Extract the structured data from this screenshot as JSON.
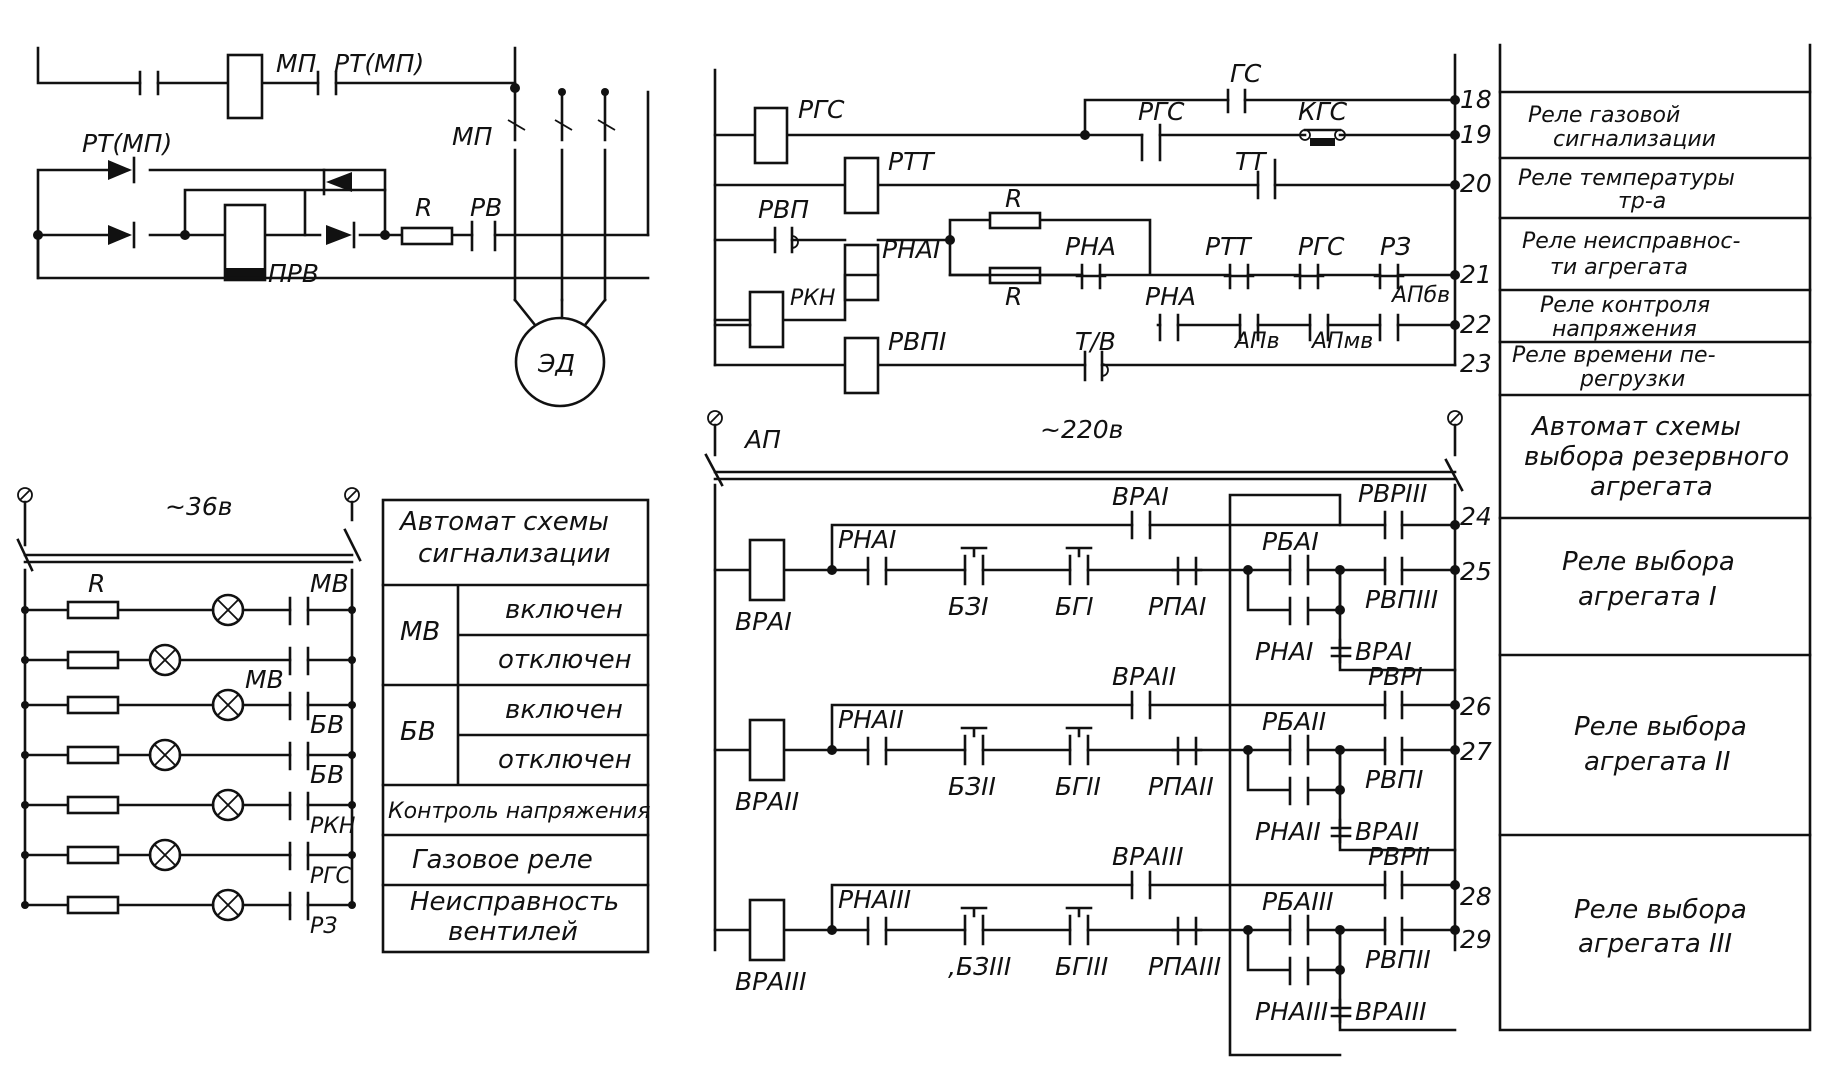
{
  "motor": {
    "coil_mp": "МП",
    "contact_rt_mp_top": "РТ(МП)",
    "contact_rt_mp_left": "РТ(МП)",
    "main_contacts": "МП",
    "relay_prv": "ПРВ",
    "resistor": "R",
    "contact_rv": "РВ",
    "motor_label": "ЭД"
  },
  "signal_circuit": {
    "voltage": "~36в",
    "rows": [
      {
        "resistor": "R",
        "contact": "МВ"
      },
      {
        "resistor": "",
        "contact": "МВ"
      },
      {
        "resistor": "",
        "contact": "БВ"
      },
      {
        "resistor": "",
        "contact": "БВ"
      },
      {
        "resistor": "",
        "contact": "РКН"
      },
      {
        "resistor": "",
        "contact": "РГС"
      },
      {
        "resistor": "",
        "contact": "РЗ"
      }
    ]
  },
  "signal_table": {
    "header": "Автомат схемы сигнализации",
    "mv": "МВ",
    "bv": "БВ",
    "on": "включен",
    "off": "отключен",
    "voltage_control": "Контроль напряжения",
    "gas_relay": "Газовое реле",
    "valve_fault": "Неисправность вентилей"
  },
  "upper_circuit": {
    "contact_gs": "ГС",
    "rgs": "РГС",
    "kgs": "КГС",
    "rtt": "РТТ",
    "tt": "ТТ",
    "rvp": "РВП",
    "r": "R",
    "rna1": "РНАI",
    "rna": "РНА",
    "rkn": "РКН",
    "rz": "РЗ",
    "ap_bv": "АПбв",
    "ap_v": "АПв",
    "ap_mv": "АПмв",
    "rvp1": "РВПI",
    "t_v": "Т/В"
  },
  "lower_circuit": {
    "breaker": "АП",
    "voltage": "~220в",
    "units": [
      {
        "coil": "ВРАI",
        "rna": "РНАI",
        "bz": "БЗI",
        "bg": "БГI",
        "rpa": "РПАI",
        "vra": "ВРАI",
        "rba": "РБАI",
        "rvr": "РВРIII",
        "rvp": "РВПIII",
        "rna2": "РНАI",
        "vra2": "ВРАI",
        "rvr2": "РВРI"
      },
      {
        "coil": "ВРАII",
        "rna": "РНАII",
        "bz": "БЗII",
        "bg": "БГII",
        "rpa": "РПАII",
        "vra": "ВРАII",
        "rba": "РБАII",
        "rvr": "",
        "rvp": "РВПI",
        "rna2": "РНАII",
        "vra2": "ВРАII",
        "rvr2": "РВРII"
      },
      {
        "coil": "ВРАIII",
        "rna": "РНАIII",
        "bz": ",БЗIII",
        "bg": "БГIII",
        "rpa": "РПАIII",
        "vra": "ВРАIII",
        "rba": "РБАIII",
        "rvr": "",
        "rvp": "РВПII",
        "rna2": "РНАIII",
        "vra2": "ВРАIII",
        "rvr2": ""
      }
    ]
  },
  "line_numbers": [
    "18",
    "19",
    "20",
    "21",
    "22",
    "23",
    "24",
    "25",
    "26",
    "27",
    "28",
    "29"
  ],
  "legend": {
    "r18_19": "Реле газовой сигнализации",
    "r20": "Реле температуры тр-а",
    "r21": "Реле неисправнос-ти агрегата",
    "r22": "Реле контроля напряжения",
    "r23": "Реле времени пе-регрузки",
    "ap": "Автомат схемы выбора резервного агрегата",
    "u1": "Реле выбора агрегата I",
    "u2": "Реле выбора агрегата II",
    "u3": "Реле выбора агрегата III"
  }
}
